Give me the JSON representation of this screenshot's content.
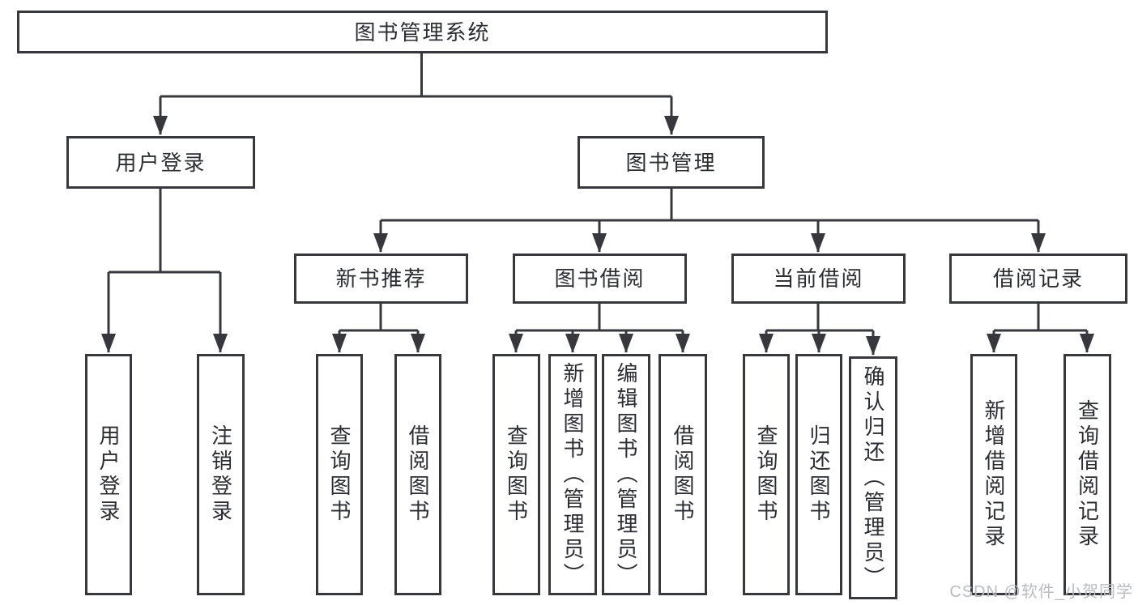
{
  "colors": {
    "line": "#36383d",
    "box_border": "#36383d",
    "text": "#2b2d33",
    "background": "#ffffff",
    "watermark": "#b9bcc3"
  },
  "tree": {
    "label": "图书管理系统",
    "children": [
      {
        "label": "用户登录",
        "children": [
          {
            "label": "用户登录"
          },
          {
            "label": "注销登录"
          }
        ]
      },
      {
        "label": "图书管理",
        "children": [
          {
            "label": "新书推荐",
            "children": [
              {
                "label": "查询图书"
              },
              {
                "label": "借阅图书"
              }
            ]
          },
          {
            "label": "图书借阅",
            "children": [
              {
                "label": "查询图书"
              },
              {
                "label": "新增图书（管理员）"
              },
              {
                "label": "编辑图书（管理员）"
              },
              {
                "label": "借阅图书"
              }
            ]
          },
          {
            "label": "当前借阅",
            "children": [
              {
                "label": "查询图书"
              },
              {
                "label": "归还图书"
              },
              {
                "label": "确认归还（管理员）"
              }
            ]
          },
          {
            "label": "借阅记录",
            "children": [
              {
                "label": "新增借阅记录"
              },
              {
                "label": "查询借阅记录"
              }
            ]
          }
        ]
      }
    ]
  },
  "watermark": {
    "text": "CSDN @软件_小贺同学"
  }
}
